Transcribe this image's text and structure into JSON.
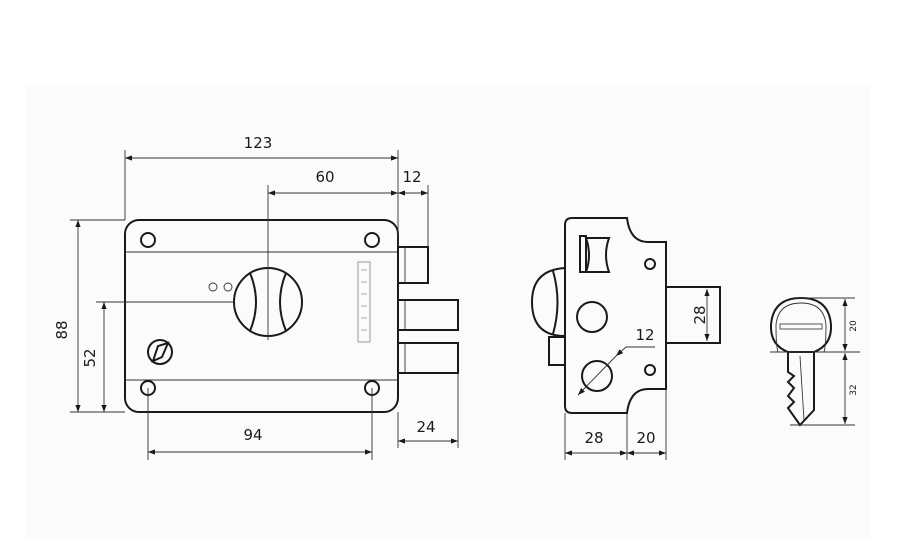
{
  "front_view": {
    "dim_width": "123",
    "dim_center": "60",
    "dim_bolt_top": "12",
    "dim_height": "88",
    "dim_center_height": "52",
    "dim_hole_spacing": "94",
    "dim_bolt_throw": "24",
    "brand_logo": "brand name (vertical)"
  },
  "side_view": {
    "dim_body_depth": "28",
    "dim_flange_depth": "20",
    "dim_bolt_height": "28",
    "dim_cylinder_diameter": "12"
  },
  "key_view": {
    "dim_bow": "20",
    "dim_blade": "32"
  },
  "colors": {
    "line": "#1a1a1a",
    "background": "#fbfbf9"
  }
}
